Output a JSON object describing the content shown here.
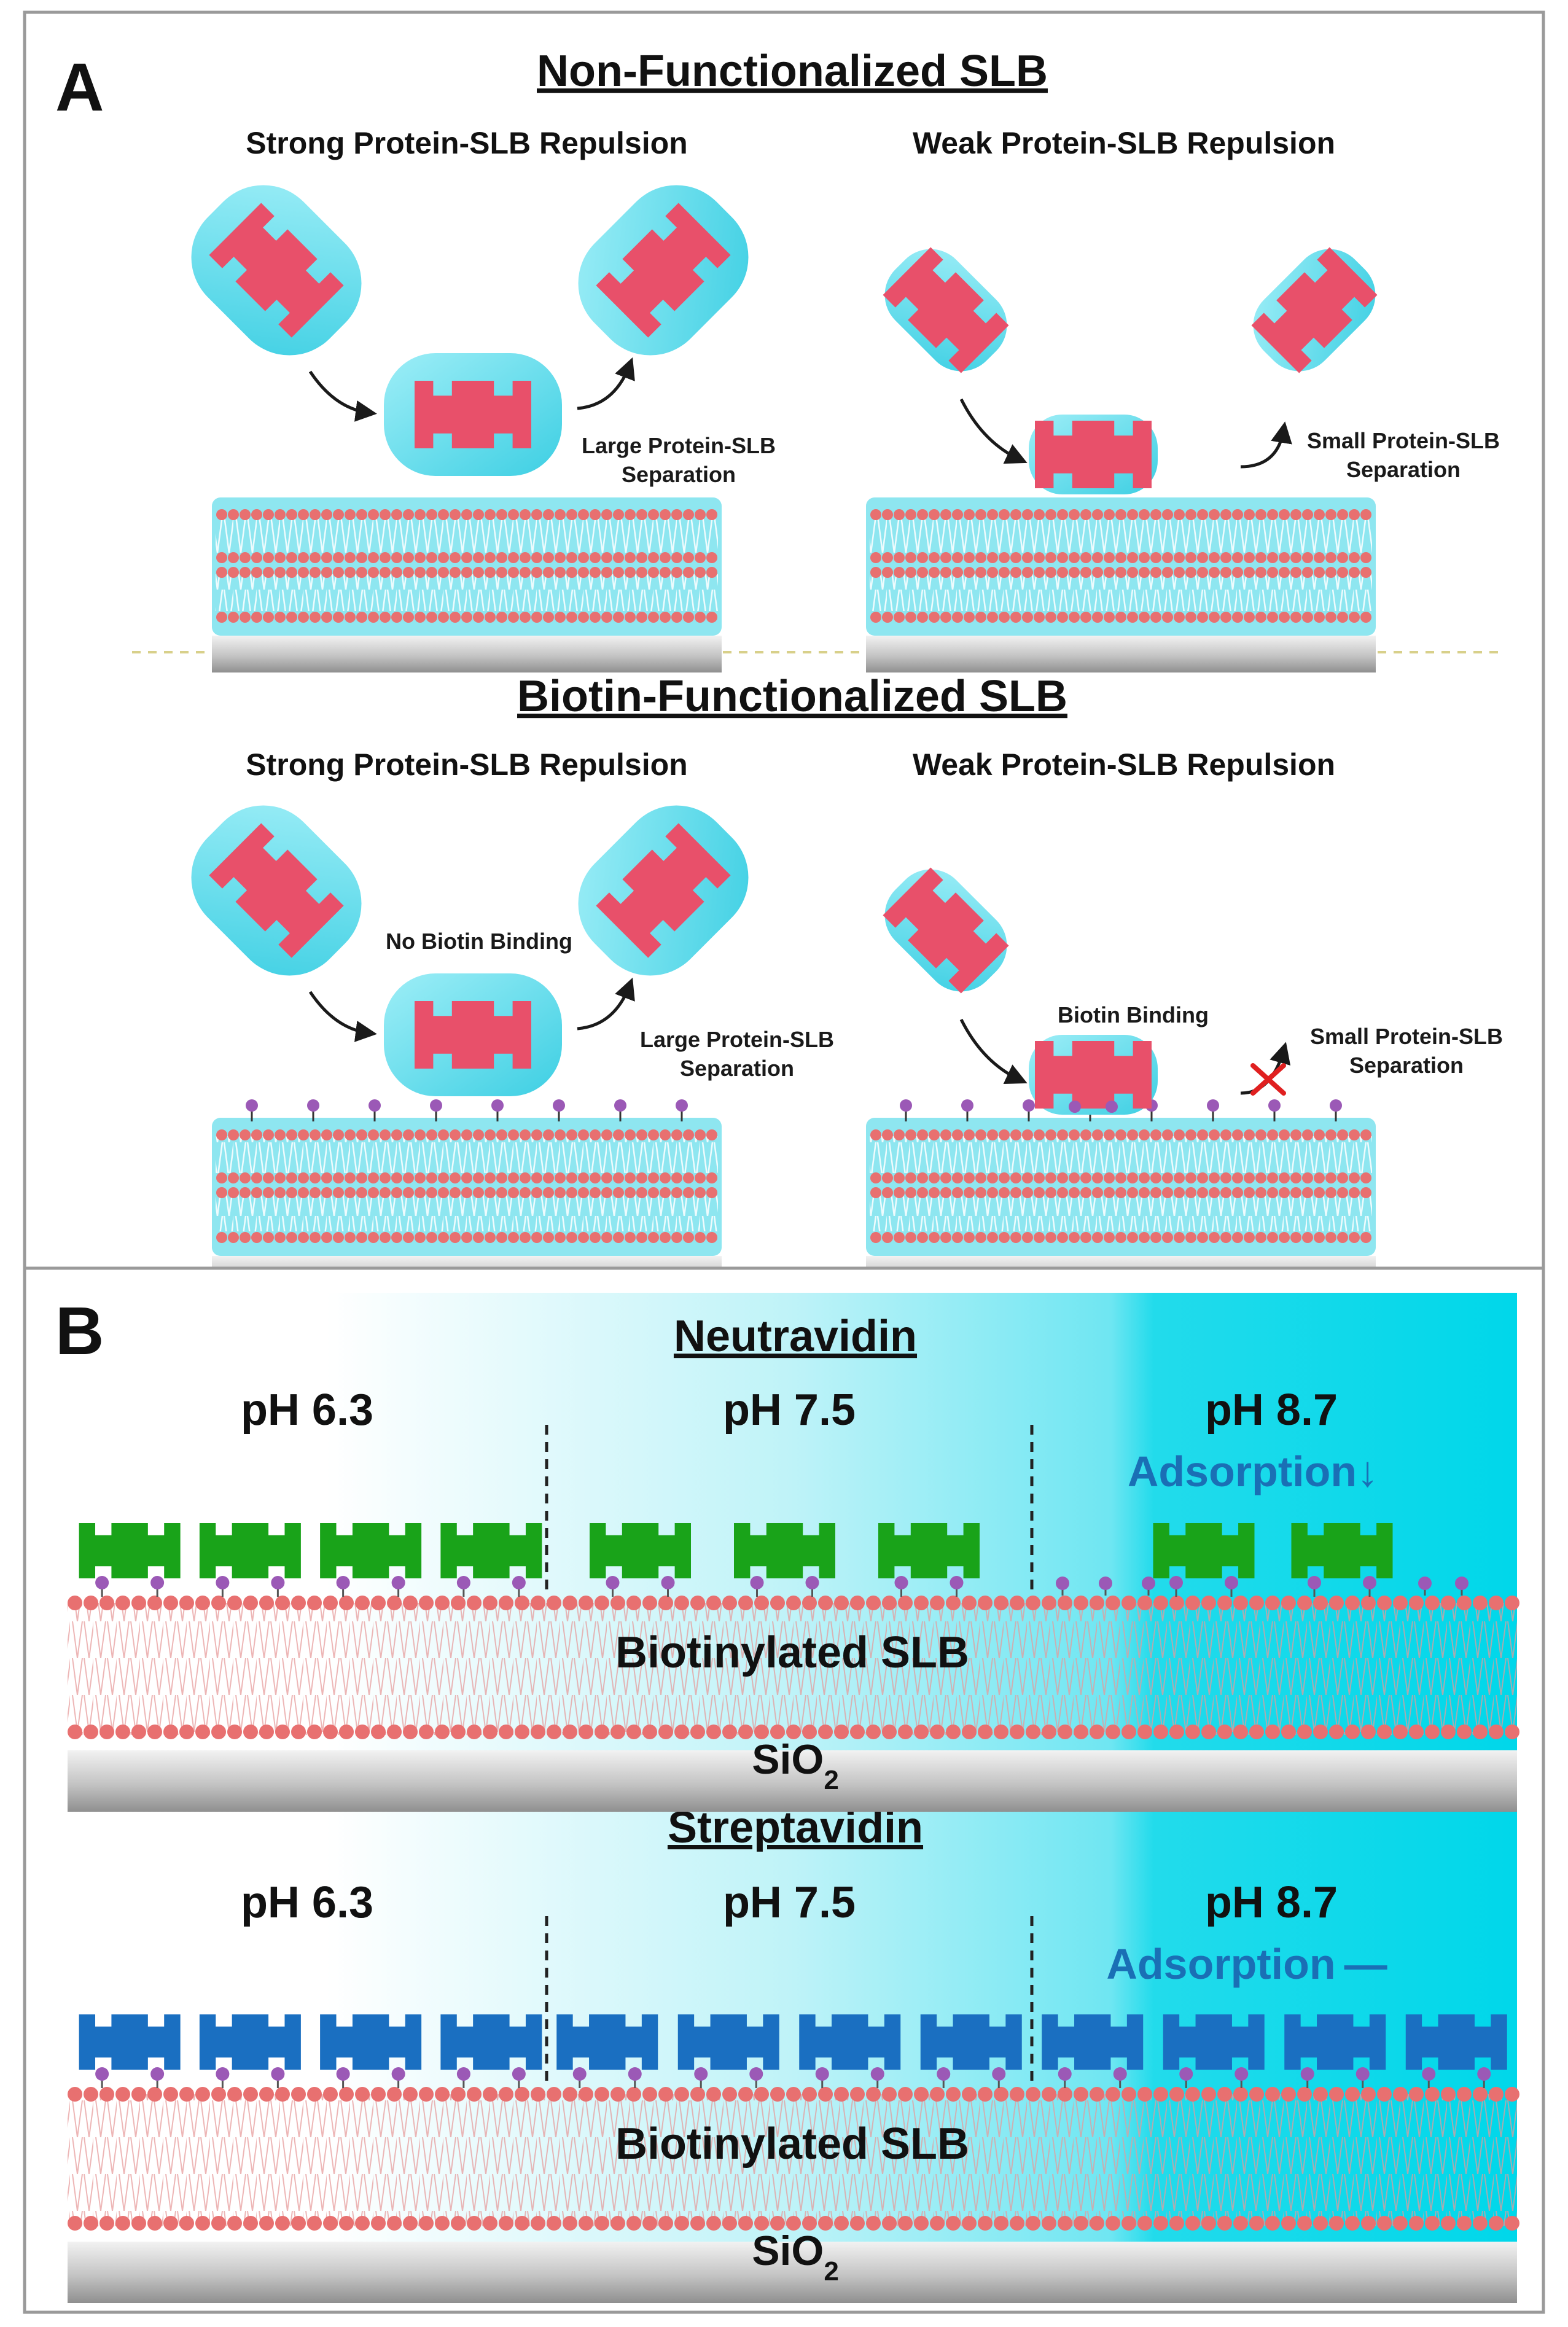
{
  "panel_a": {
    "letter": "A",
    "sections": [
      {
        "title": "Non-Functionalized SLB",
        "biotin": false,
        "left": {
          "heading": "Strong Protein-SLB Repulsion",
          "separation_line1": "Large Protein-SLB",
          "separation_line2": "Separation",
          "binding_note": ""
        },
        "right": {
          "heading": "Weak Protein-SLB Repulsion",
          "separation_line1": "Small Protein-SLB",
          "separation_line2": "Separation",
          "binding_note": ""
        }
      },
      {
        "title": "Biotin-Functionalized SLB",
        "biotin": true,
        "left": {
          "heading": "Strong Protein-SLB Repulsion",
          "separation_line1": "Large Protein-SLB",
          "separation_line2": "Separation",
          "binding_note": "No Biotin Binding"
        },
        "right": {
          "heading": "Weak Protein-SLB Repulsion",
          "separation_line1": "Small Protein-SLB",
          "separation_line2": "Separation",
          "binding_note": "Biotin Binding"
        }
      }
    ]
  },
  "panel_b": {
    "letter": "B",
    "rows": [
      {
        "protein": "Neutravidin",
        "protein_color": "#19a319",
        "ph_labels": [
          "pH 6.3",
          "pH 7.5",
          "pH 8.7"
        ],
        "proteins_per_region": [
          4,
          3,
          2
        ],
        "adsorption_label": "Adsorption",
        "adsorption_symbol": "↓",
        "bilayer_label": "Biotinylated SLB",
        "substrate_label": "SiO",
        "substrate_subscript": "2"
      },
      {
        "protein": "Streptavidin",
        "protein_color": "#1a6fc1",
        "ph_labels": [
          "pH 6.3",
          "pH 7.5",
          "pH 8.7"
        ],
        "proteins_per_region": [
          4,
          4,
          4
        ],
        "adsorption_label": "Adsorption",
        "adsorption_symbol": "—",
        "bilayer_label": "Biotinylated SLB",
        "substrate_label": "SiO",
        "substrate_subscript": "2"
      }
    ]
  },
  "colors": {
    "hydration_shell": "#4dd9ea",
    "protein_core": "#e8506a",
    "lipid_head": "#e87070",
    "bilayer_fill": "#8ee6f0",
    "biotin": "#9b59b6",
    "adsorption_text": "#1a6fb5",
    "block_cross": "#e02020",
    "substrate": "#bdbdbd"
  }
}
